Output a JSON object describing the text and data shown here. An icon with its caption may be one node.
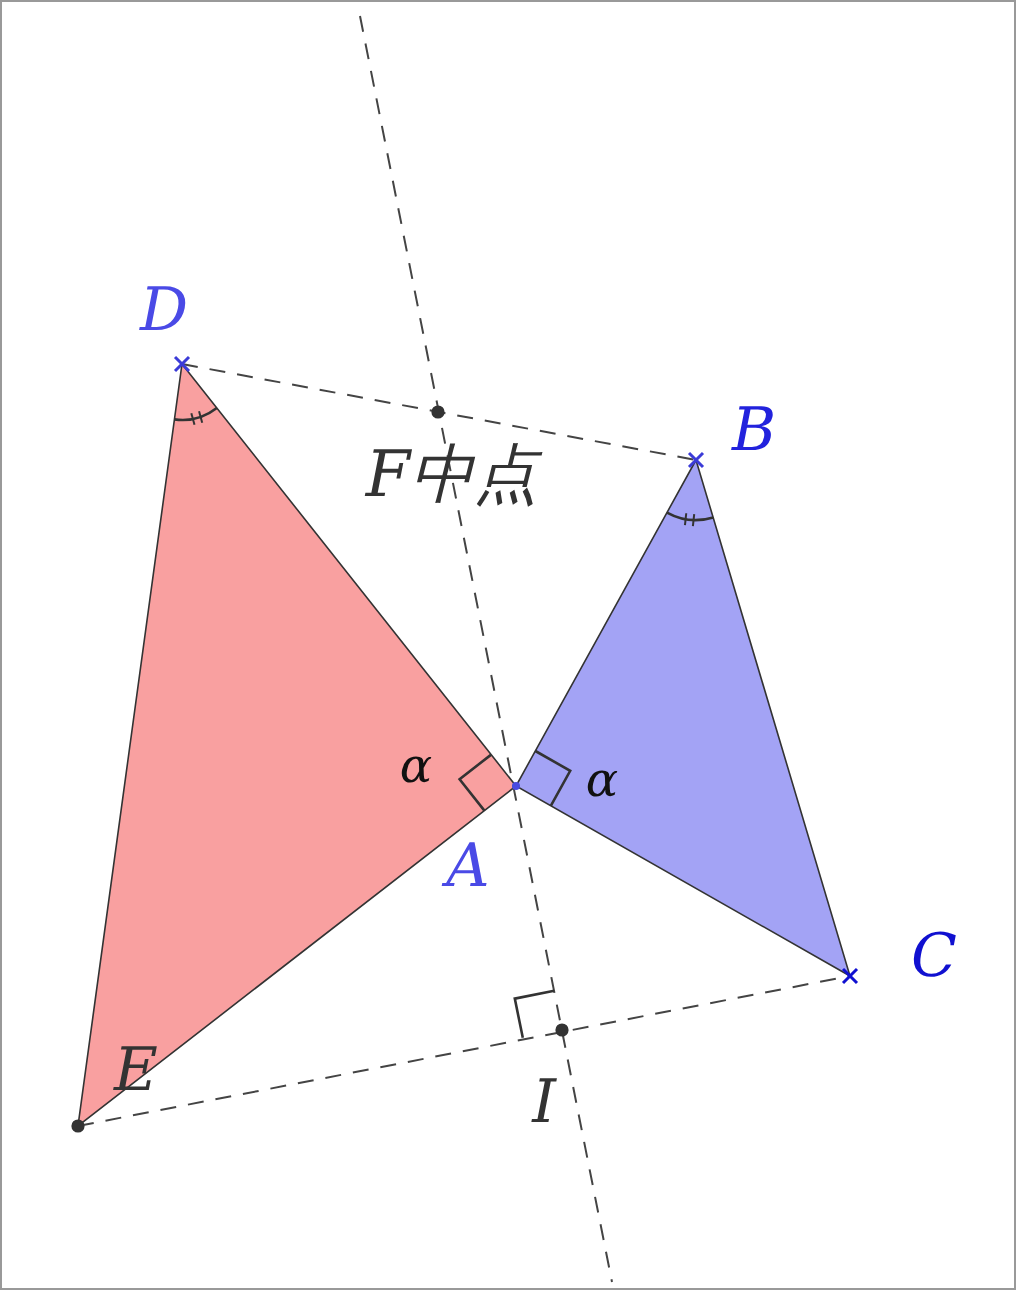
{
  "diagram": {
    "labels": [
      "D",
      "B",
      "F中点",
      "α",
      "α",
      "A",
      "C",
      "E",
      "I"
    ]
  }
}
